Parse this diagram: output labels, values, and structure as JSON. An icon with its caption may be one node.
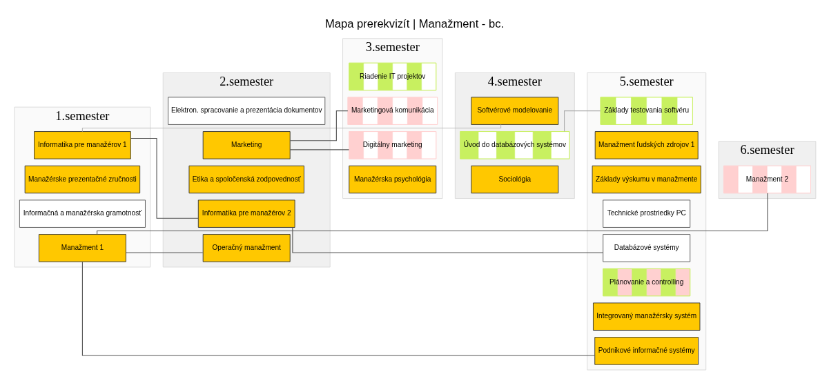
{
  "diagram": {
    "title": "Mapa prerekvizít | Manažment - bc.",
    "nodes": [
      {
        "text": [
          "1.semester"
        ]
      },
      {
        "text": [
          "2.semester"
        ]
      },
      {
        "text": [
          "3.semester"
        ]
      },
      {
        "text": [
          "4.semester"
        ]
      },
      {
        "text": [
          "5.semester"
        ]
      },
      {
        "text": [
          "6.semester"
        ]
      },
      {
        "text": [
          "Manažérske prezentačné zručnosti"
        ],
        "in": 0
      },
      {
        "text": [
          "Manažment 1"
        ],
        "in": 0
      },
      {
        "text": [
          "Informačná a manažérska gramotnosť"
        ],
        "in": 0
      },
      {
        "text": [
          "Informatika pre manažérov 1"
        ],
        "in": 0
      },
      {
        "text": [
          "Etika a spoločenská zodpovednosť"
        ],
        "in": 1
      },
      {
        "text": [
          "Operačný manažment"
        ],
        "in": 1
      },
      {
        "text": [
          "Marketing"
        ],
        "in": 1
      },
      {
        "text": [
          "Elektron. spracovanie a prezentácia dokumentov"
        ],
        "in": 1
      },
      {
        "text": [
          "Informatika pre manažérov 2"
        ],
        "in": 1
      },
      {
        "text": [
          "Manažérska psychológia"
        ],
        "in": 2
      },
      {
        "text": [
          "Digitálny marketing"
        ],
        "in": 2
      },
      {
        "text": [
          "Marketingová komunikácia"
        ],
        "in": 2
      },
      {
        "text": [
          "Riadenie IT projektov"
        ],
        "in": 2
      },
      {
        "text": [
          "Sociológia"
        ],
        "in": 3
      },
      {
        "text": [
          "Úvod do databázových systémov"
        ],
        "in": 3
      },
      {
        "text": [
          "Softvérové modelovanie"
        ],
        "in": 3
      },
      {
        "text": [
          "Základy výskumu v manažmente"
        ],
        "in": 4
      },
      {
        "text": [
          "Manažment ľudských zdrojov 1"
        ],
        "in": 4
      },
      {
        "text": [
          "Podnikové informačné systémy"
        ],
        "in": 4
      },
      {
        "text": [
          "Integrovaný manažérsky systém"
        ],
        "in": 4
      },
      {
        "text": [
          "Plánovanie a controlling"
        ],
        "in": 4
      },
      {
        "text": [
          "Základy testovania softvéru"
        ],
        "in": 4
      },
      {
        "text": [
          "Databázové systémy"
        ],
        "in": 4
      },
      {
        "text": [
          "Technické prostriedky PC"
        ],
        "in": 4
      },
      {
        "text": [
          "Manažment 2"
        ],
        "in": 5
      }
    ],
    "edges": [
      {
        "from": 7,
        "to": 30,
        "arrow": "none"
      },
      {
        "from": 7,
        "to": 11,
        "arrow": "none"
      },
      {
        "from": 7,
        "to": 24,
        "arrow": "none"
      },
      {
        "from": 12,
        "to": 16,
        "arrow": "none"
      },
      {
        "from": 12,
        "to": 17,
        "arrow": "none"
      },
      {
        "from": 9,
        "to": 14,
        "arrow": "none"
      },
      {
        "from": 9,
        "to": 21,
        "arrow": "none",
        "color": "#bbbbbb"
      },
      {
        "from": 14,
        "to": 28,
        "arrow": "none"
      },
      {
        "from": 20,
        "to": 27,
        "arrow": "none",
        "color": "#aaaaaa"
      }
    ]
  }
}
